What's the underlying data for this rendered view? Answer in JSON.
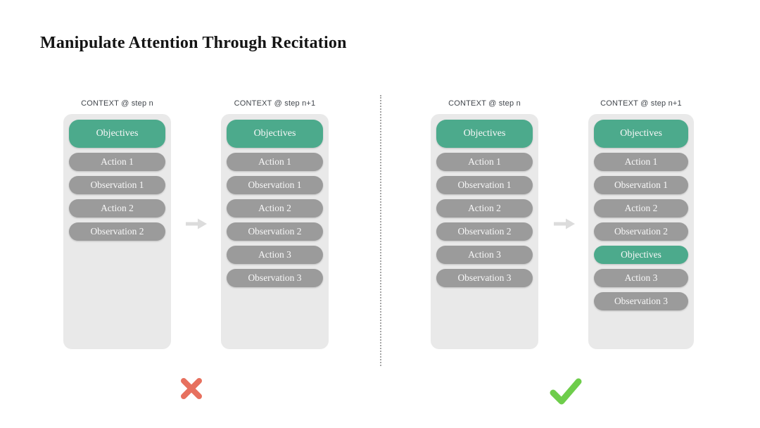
{
  "title": "Manipulate Attention Through Recitation",
  "colors": {
    "objective_green": "#4caa8c",
    "step_gray": "#9b9b9b",
    "container_gray": "#e9e9e9",
    "arrow_gray": "#dcdcdc",
    "cross_red": "#e7705e",
    "check_green": "#6ecd4b"
  },
  "panels": [
    {
      "name": "without-recitation",
      "verdict": "cross",
      "columns": [
        {
          "header": "CONTEXT @ step n",
          "boxes": [
            {
              "label": "Objectives",
              "type": "objective",
              "tall": true
            },
            {
              "label": "Action 1",
              "type": "step"
            },
            {
              "label": "Observation 1",
              "type": "step"
            },
            {
              "label": "Action 2",
              "type": "step"
            },
            {
              "label": "Observation 2",
              "type": "step"
            }
          ]
        },
        {
          "header": "CONTEXT @ step n+1",
          "boxes": [
            {
              "label": "Objectives",
              "type": "objective",
              "tall": true
            },
            {
              "label": "Action 1",
              "type": "step"
            },
            {
              "label": "Observation 1",
              "type": "step"
            },
            {
              "label": "Action 2",
              "type": "step"
            },
            {
              "label": "Observation 2",
              "type": "step"
            },
            {
              "label": "Action 3",
              "type": "step"
            },
            {
              "label": "Observation 3",
              "type": "step"
            }
          ]
        }
      ]
    },
    {
      "name": "with-recitation",
      "verdict": "check",
      "columns": [
        {
          "header": "CONTEXT @ step n",
          "boxes": [
            {
              "label": "Objectives",
              "type": "objective",
              "tall": true
            },
            {
              "label": "Action 1",
              "type": "step"
            },
            {
              "label": "Observation 1",
              "type": "step"
            },
            {
              "label": "Action 2",
              "type": "step"
            },
            {
              "label": "Observation 2",
              "type": "step"
            },
            {
              "label": "Action 3",
              "type": "step"
            },
            {
              "label": "Observation 3",
              "type": "step"
            }
          ]
        },
        {
          "header": "CONTEXT @ step n+1",
          "boxes": [
            {
              "label": "Objectives",
              "type": "objective",
              "tall": true
            },
            {
              "label": "Action 1",
              "type": "step"
            },
            {
              "label": "Observation 1",
              "type": "step"
            },
            {
              "label": "Action 2",
              "type": "step"
            },
            {
              "label": "Observation 2",
              "type": "step"
            },
            {
              "label": "Objectives",
              "type": "objective"
            },
            {
              "label": "Action 3",
              "type": "step"
            },
            {
              "label": "Observation 3",
              "type": "step"
            }
          ]
        }
      ]
    }
  ]
}
